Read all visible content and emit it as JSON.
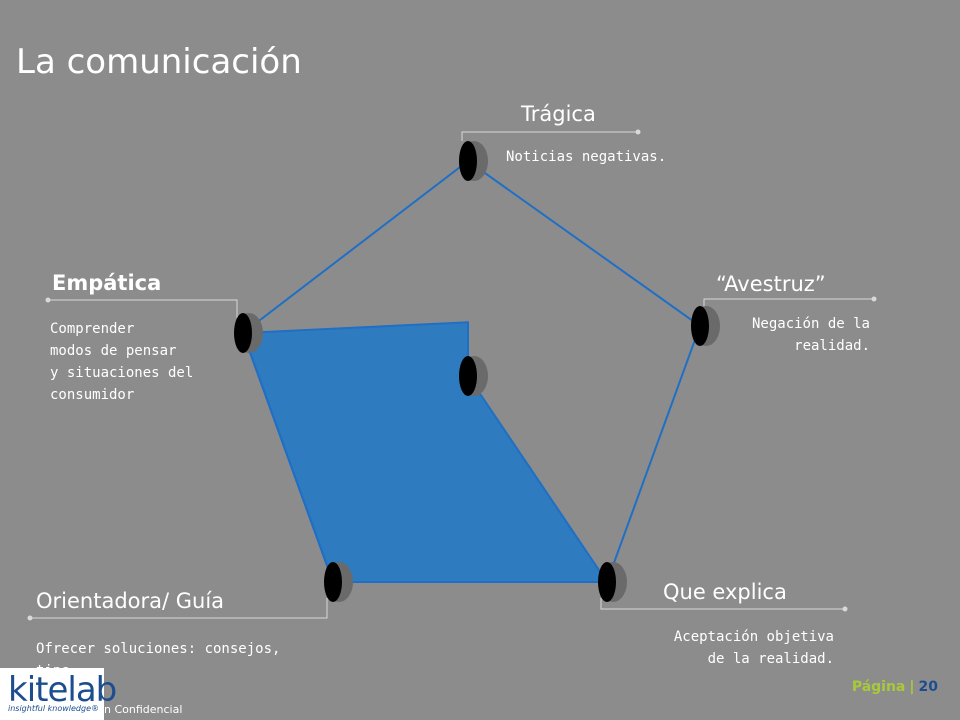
{
  "slide": {
    "title": "La comunicación"
  },
  "styles": {
    "pentagon": [
      {
        "id": "tragica",
        "title": "Trágica",
        "bold": false,
        "description": [
          "Noticias negativas."
        ]
      },
      {
        "id": "avestruz",
        "title": "“Avestruz”",
        "bold": false,
        "description": [
          "Negación de la",
          "realidad."
        ]
      },
      {
        "id": "explica",
        "title": "Que explica",
        "bold": false,
        "description": [
          "Aceptación objetiva",
          "de la realidad."
        ]
      },
      {
        "id": "orientadora",
        "title": "Orientadora/ Guía",
        "bold": false,
        "description": [
          "Ofrecer soluciones: consejos,",
          "tips."
        ]
      },
      {
        "id": "empatica",
        "title": "Empática",
        "bold": true,
        "description": [
          "Comprender",
          "modos de pensar",
          "y situaciones del",
          "consumidor"
        ]
      }
    ]
  },
  "radar": {
    "shaded_levels": {
      "tragica": 0.25,
      "avestruz": 0,
      "explica": 1,
      "orientadora": 1,
      "empatica": 1
    }
  },
  "colors": {
    "background": "#8c8c8c",
    "line": "#1f6fc5",
    "fill": "#2e7bbf",
    "connector": "#d9d9d9",
    "text": "#ffffff"
  },
  "footer": {
    "logo": "kitelab",
    "tagline": "insightful knowledge®",
    "confidential": "n Confidencial",
    "page_label": "Página",
    "separator": "|",
    "page_number": "20"
  }
}
